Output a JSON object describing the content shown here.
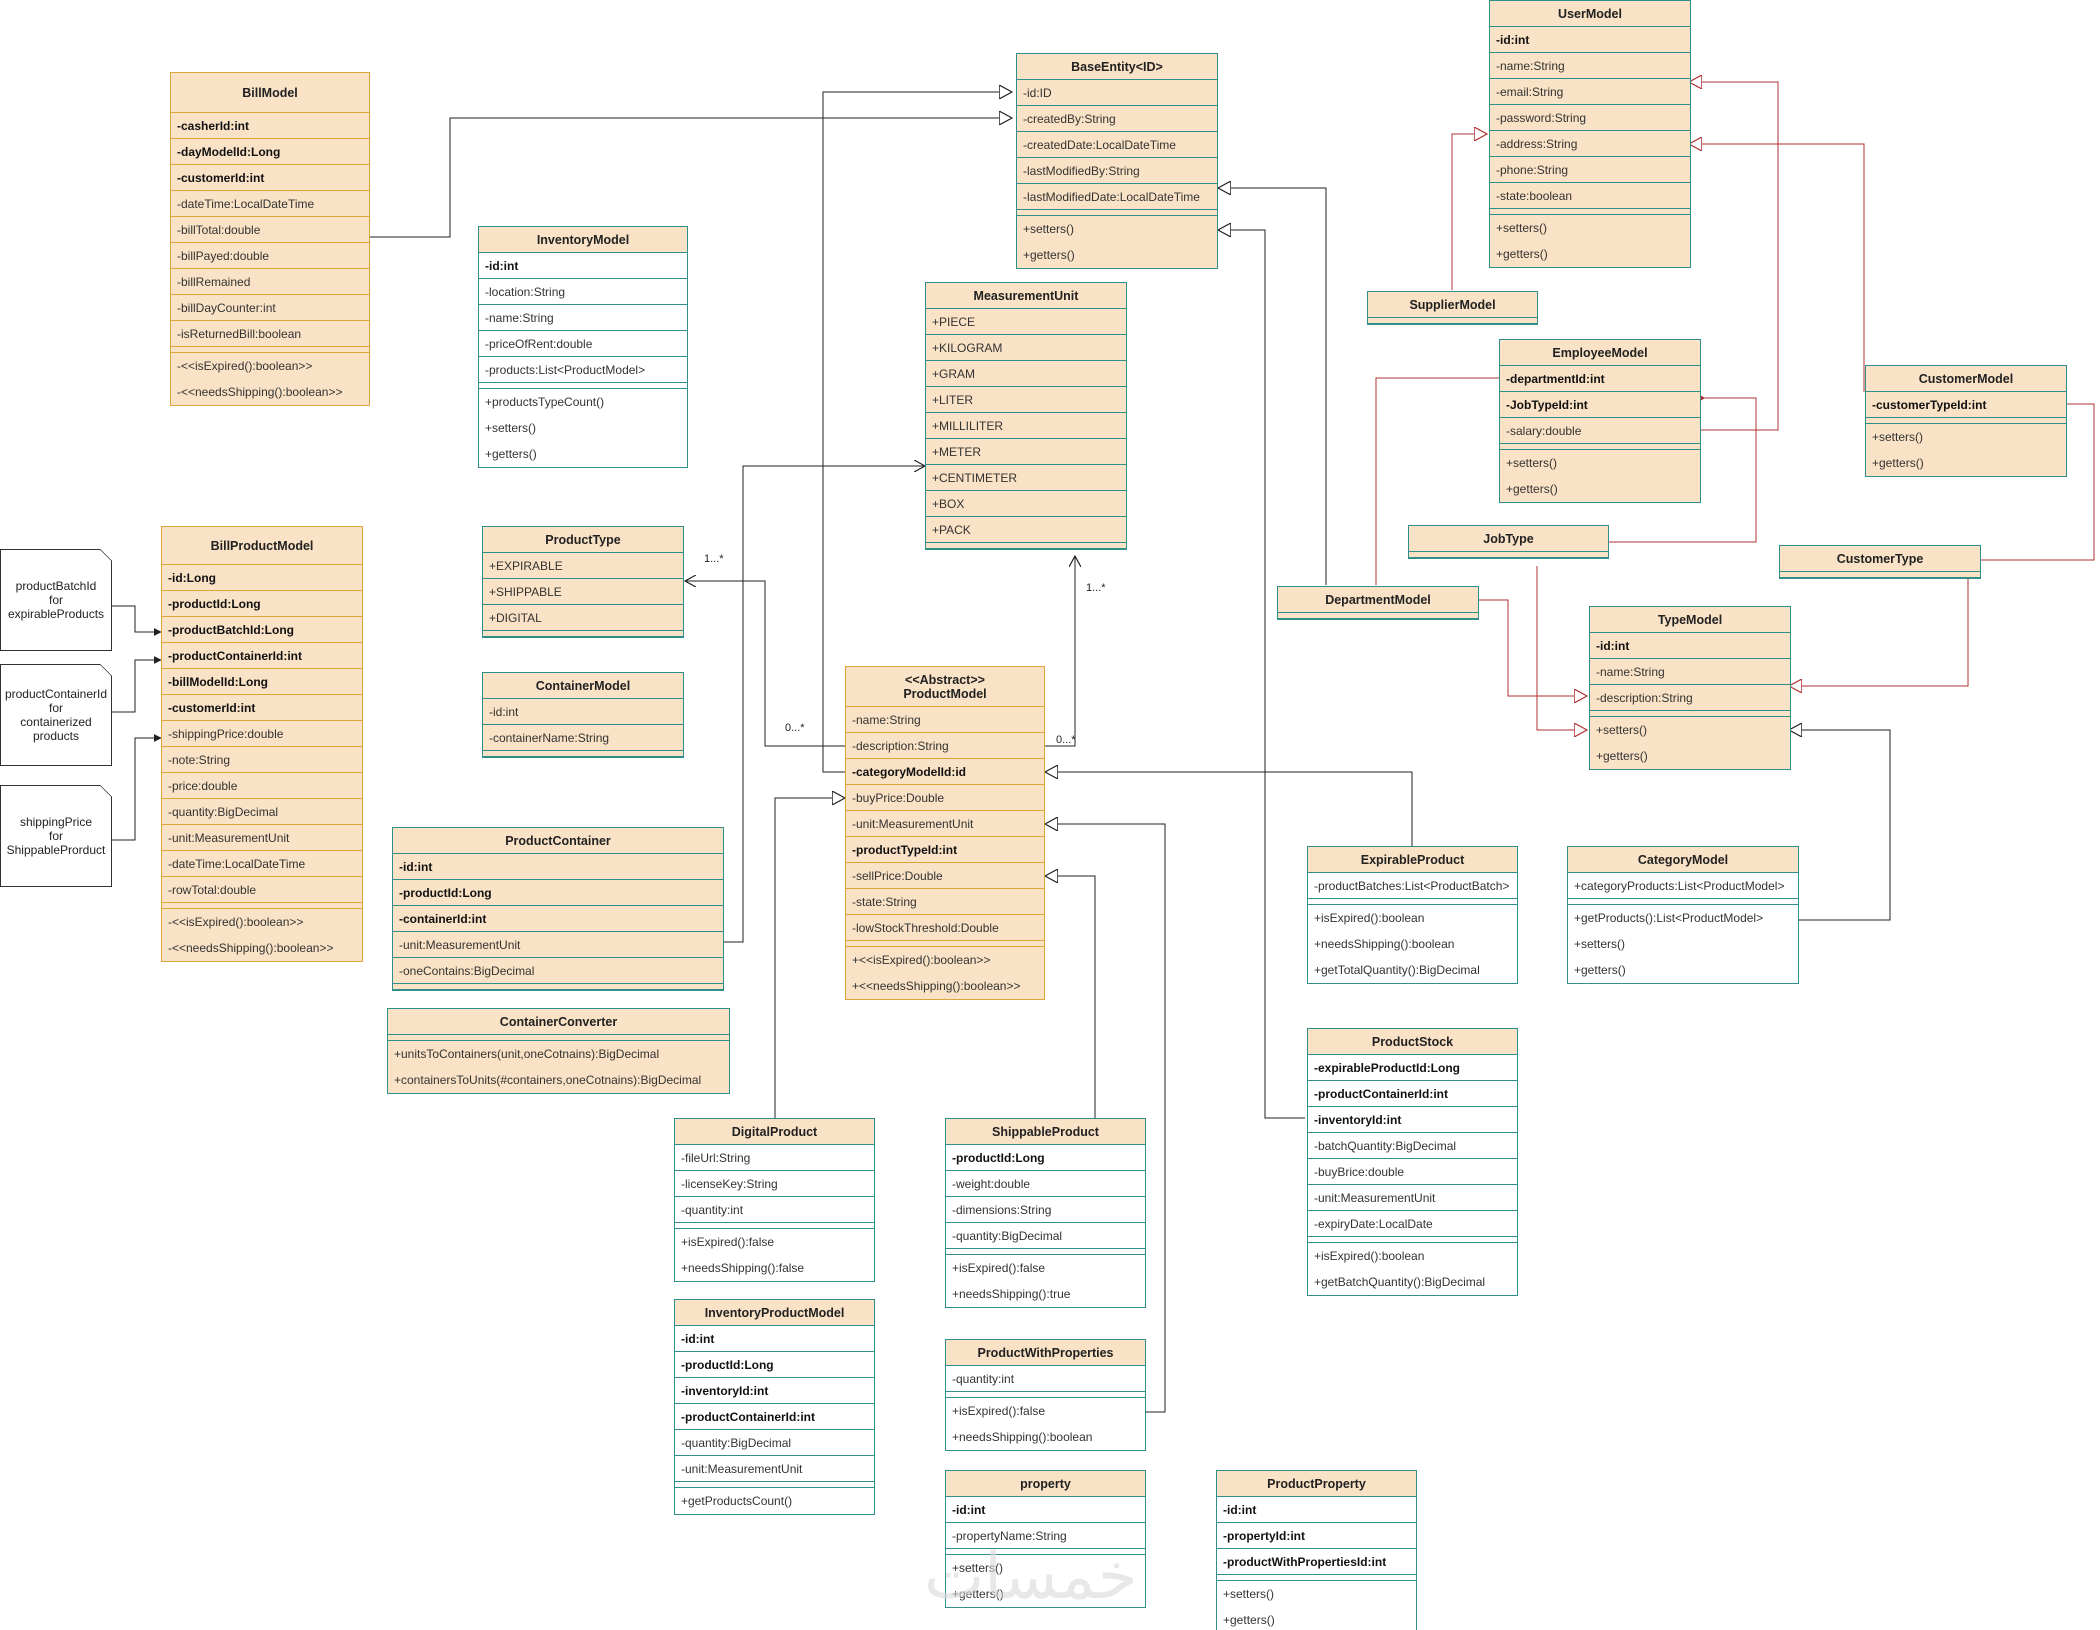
{
  "classes": {
    "bill_model": {
      "name": "BillModel",
      "attrs": [
        "-casherId:int",
        "-dayModelId:Long",
        "-customerId:int",
        "-dateTime:LocalDateTime",
        "-billTotal:double",
        "-billPayed:double",
        "-billRemained",
        "-billDayCounter:int",
        "-isReturnedBill:boolean"
      ],
      "methods": [
        "-<<isExpired():boolean>>",
        "-<<needsShipping():boolean>>"
      ]
    },
    "inventory_model": {
      "name": "InventoryModel",
      "attrs": [
        "-id:int",
        "-location:String",
        "-name:String",
        "-priceOfRent:double",
        "-products:List<ProductModel>"
      ],
      "methods": [
        "+productsTypeCount()",
        "+setters()",
        "+getters()"
      ]
    },
    "base_entity": {
      "name": "BaseEntity<ID>",
      "attrs": [
        "-id:ID",
        "-createdBy:String",
        "-createdDate:LocalDateTime",
        "-lastModifiedBy:String",
        "-lastModifiedDate:LocalDateTime"
      ],
      "methods": [
        "+setters()",
        "+getters()"
      ]
    },
    "measurement_unit": {
      "name": "MeasurementUnit",
      "attrs": [
        "+PIECE",
        "+KILOGRAM",
        "+GRAM",
        "+LITER",
        "+MILLILITER",
        "+METER",
        "+CENTIMETER",
        "+BOX",
        "+PACK"
      ]
    },
    "user_model": {
      "name": "UserModel",
      "attrs": [
        "-id:int",
        "-name:String",
        "-email:String",
        "-password:String",
        "-address:String",
        "-phone:String",
        "-state:boolean"
      ],
      "methods": [
        "+setters()",
        "+getters()"
      ]
    },
    "supplier_model": {
      "name": "SupplierModel"
    },
    "employee_model": {
      "name": "EmployeeModel",
      "attrs": [
        "-departmentId:int",
        "-JobTypeId:int",
        "-salary:double"
      ],
      "methods": [
        "+setters()",
        "+getters()"
      ]
    },
    "customer_model": {
      "name": "CustomerModel",
      "attrs": [
        "-customerTypeId:int"
      ],
      "methods": [
        "+setters()",
        "+getters()"
      ]
    },
    "job_type": {
      "name": "JobType"
    },
    "customer_type": {
      "name": "CustomerType"
    },
    "department_model": {
      "name": "DepartmentModel"
    },
    "type_model": {
      "name": "TypeModel",
      "attrs": [
        "-id:int",
        "-name:String",
        "-description:String"
      ],
      "methods": [
        "+setters()",
        "+getters()"
      ]
    },
    "bill_product_model": {
      "name": "BillProductModel",
      "attrs": [
        "-id:Long",
        "-productId:Long",
        "-productBatchId:Long",
        "-productContainerId:int",
        "-billModelId:Long",
        "-customerId:int",
        "-shippingPrice:double",
        "-note:String",
        "-price:double",
        "-quantity:BigDecimal",
        "-unit:MeasurementUnit",
        "-dateTime:LocalDateTime",
        "-rowTotal:double"
      ],
      "methods": [
        "-<<isExpired():boolean>>",
        "-<<needsShipping():boolean>>"
      ]
    },
    "product_type": {
      "name": "ProductType",
      "attrs": [
        "+EXPIRABLE",
        "+SHIPPABLE",
        "+DIGITAL"
      ]
    },
    "container_model": {
      "name": "ContainerModel",
      "attrs": [
        "-id:int",
        "-containerName:String"
      ]
    },
    "product_model": {
      "name": "<<Abstract>>\nProductModel",
      "attrs": [
        "-name:String",
        "-description:String",
        "-categoryModelId:id",
        "-buyPrice:Double",
        "-unit:MeasurementUnit",
        "-productTypeId:int",
        "-sellPrice:Double",
        "-state:String",
        "-lowStockThreshold:Double"
      ],
      "methods": [
        "+<<isExpired():boolean>>",
        "+<<needsShipping():boolean>>"
      ]
    },
    "product_container": {
      "name": "ProductContainer",
      "attrs": [
        "-id:int",
        "-productId:Long",
        "-containerId:int",
        "-unit:MeasurementUnit",
        "-oneContains:BigDecimal"
      ]
    },
    "container_converter": {
      "name": "ContainerConverter",
      "methods": [
        "+unitsToContainers(unit,oneCotnains):BigDecimal",
        "+containersToUnits(#containers,oneCotnains):BigDecimal"
      ]
    },
    "expirable_product": {
      "name": "ExpirableProduct",
      "attrs": [
        "-productBatches:List<ProductBatch>"
      ],
      "methods": [
        "+isExpired():boolean",
        "+needsShipping():boolean",
        "+getTotalQuantity():BigDecimal"
      ]
    },
    "category_model": {
      "name": "CategoryModel",
      "attrs": [
        "+categoryProducts:List<ProductModel>"
      ],
      "methods": [
        "+getProducts():List<ProductModel>",
        "+setters()",
        "+getters()"
      ]
    },
    "product_stock": {
      "name": "ProductStock",
      "attrs": [
        "-expirableProductId:Long",
        "-productContainerId:int",
        "-inventoryId:int",
        "-batchQuantity:BigDecimal",
        "-buyBrice:double",
        "-unit:MeasurementUnit",
        "-expiryDate:LocalDate"
      ],
      "methods": [
        "+isExpired():boolean",
        "+getBatchQuantity():BigDecimal"
      ]
    },
    "digital_product": {
      "name": "DigitalProduct",
      "attrs": [
        "-fileUrl:String",
        "-licenseKey:String",
        "-quantity:int"
      ],
      "methods": [
        "+isExpired():false",
        "+needsShipping():false"
      ]
    },
    "shippable_product": {
      "name": "ShippableProduct",
      "attrs": [
        "-productId:Long",
        "-weight:double",
        "-dimensions:String",
        "-quantity:BigDecimal"
      ],
      "methods": [
        "+isExpired():false",
        "+needsShipping():true"
      ]
    },
    "inventory_product_model": {
      "name": "InventoryProductModel",
      "attrs": [
        "-id:int",
        "-productId:Long",
        "-inventoryId:int",
        "-productContainerId:int",
        "-quantity:BigDecimal",
        "-unit:MeasurementUnit"
      ],
      "methods": [
        "+getProductsCount()"
      ]
    },
    "product_with_properties": {
      "name": "ProductWithProperties",
      "attrs": [
        "-quantity:int"
      ],
      "methods": [
        "+isExpired():false",
        "+needsShipping():boolean"
      ]
    },
    "property": {
      "name": "property",
      "attrs": [
        "-id:int",
        "-propertyName:String"
      ],
      "methods": [
        "+setters()",
        "+getters()"
      ]
    },
    "product_property": {
      "name": "ProductProperty",
      "attrs": [
        "-id:int",
        "-propertyId:int",
        "-productWithPropertiesId:int"
      ],
      "methods": [
        "+setters()",
        "+getters()"
      ]
    }
  },
  "notes": [
    "productBatchId\nfor\nexpirableProducts",
    "productContainerId\nfor\ncontainerized\nproducts",
    "shippingPrice\nfor\nShippableProrduct"
  ],
  "multiplicities": {
    "m1": "1...*",
    "m2": "1...*",
    "m3": "0...*",
    "m4": "0...*"
  },
  "watermark": "خمسات",
  "colors": {
    "fill": "#f9e2c5",
    "teal": "#2f8f8a",
    "orange": "#e0a53a",
    "red": "#b03030"
  }
}
